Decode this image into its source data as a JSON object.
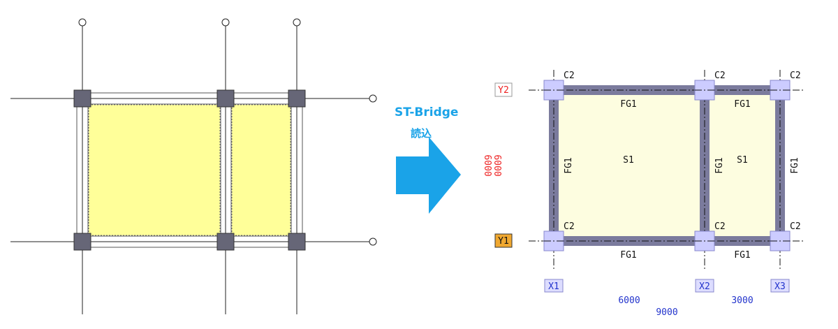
{
  "arrow": {
    "line1": "ST-Bridge",
    "line2": "読込",
    "color": "#1aa3e8"
  },
  "left_grid": {
    "bubble_glyph": "○",
    "slab_fill": "#ffff99",
    "column_fill": "#666677"
  },
  "right_model": {
    "axes_x": [
      "X1",
      "X2",
      "X3"
    ],
    "axes_y": [
      "Y1",
      "Y2"
    ],
    "columns": [
      "C2",
      "C2",
      "C2",
      "C2",
      "C2",
      "C2"
    ],
    "beams": [
      "FG1",
      "FG1",
      "FG1",
      "FG1",
      "FG1",
      "FG1",
      "FG1"
    ],
    "slabs": [
      "S1",
      "S1"
    ],
    "dims_x": [
      "6000",
      "9000",
      "3000"
    ],
    "dims_y": [
      "6000",
      "6000"
    ],
    "colors": {
      "beam": "#7b7b9d",
      "slab": "#fdfde0",
      "column": "#ccccff",
      "dim_x": "#2233cc",
      "dim_y": "#ee2222",
      "y1_tag_fill": "#f0a830",
      "y2_tag_text": "#ee2222",
      "x_tag_fill": "#ddddff"
    }
  }
}
